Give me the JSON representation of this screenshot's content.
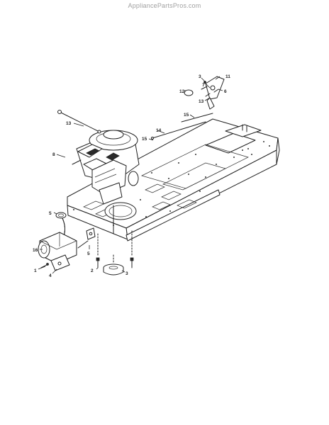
{
  "watermark": "AppliancePartsPros.com",
  "callouts": [
    {
      "id": "c3a",
      "text": "3"
    },
    {
      "id": "c7",
      "text": "7"
    },
    {
      "id": "c11",
      "text": "11"
    },
    {
      "id": "c12",
      "text": "12"
    },
    {
      "id": "c6",
      "text": "6"
    },
    {
      "id": "c13a",
      "text": "13"
    },
    {
      "id": "c15a",
      "text": "15"
    },
    {
      "id": "c13b",
      "text": "13"
    },
    {
      "id": "c14",
      "text": "14"
    },
    {
      "id": "c15b",
      "text": "15"
    },
    {
      "id": "c8",
      "text": "8"
    },
    {
      "id": "c5a",
      "text": "5"
    },
    {
      "id": "c16",
      "text": "16"
    },
    {
      "id": "c5b",
      "text": "5"
    },
    {
      "id": "c1",
      "text": "1"
    },
    {
      "id": "c4",
      "text": "4"
    },
    {
      "id": "c2",
      "text": "2"
    },
    {
      "id": "c3b",
      "text": "3"
    }
  ]
}
